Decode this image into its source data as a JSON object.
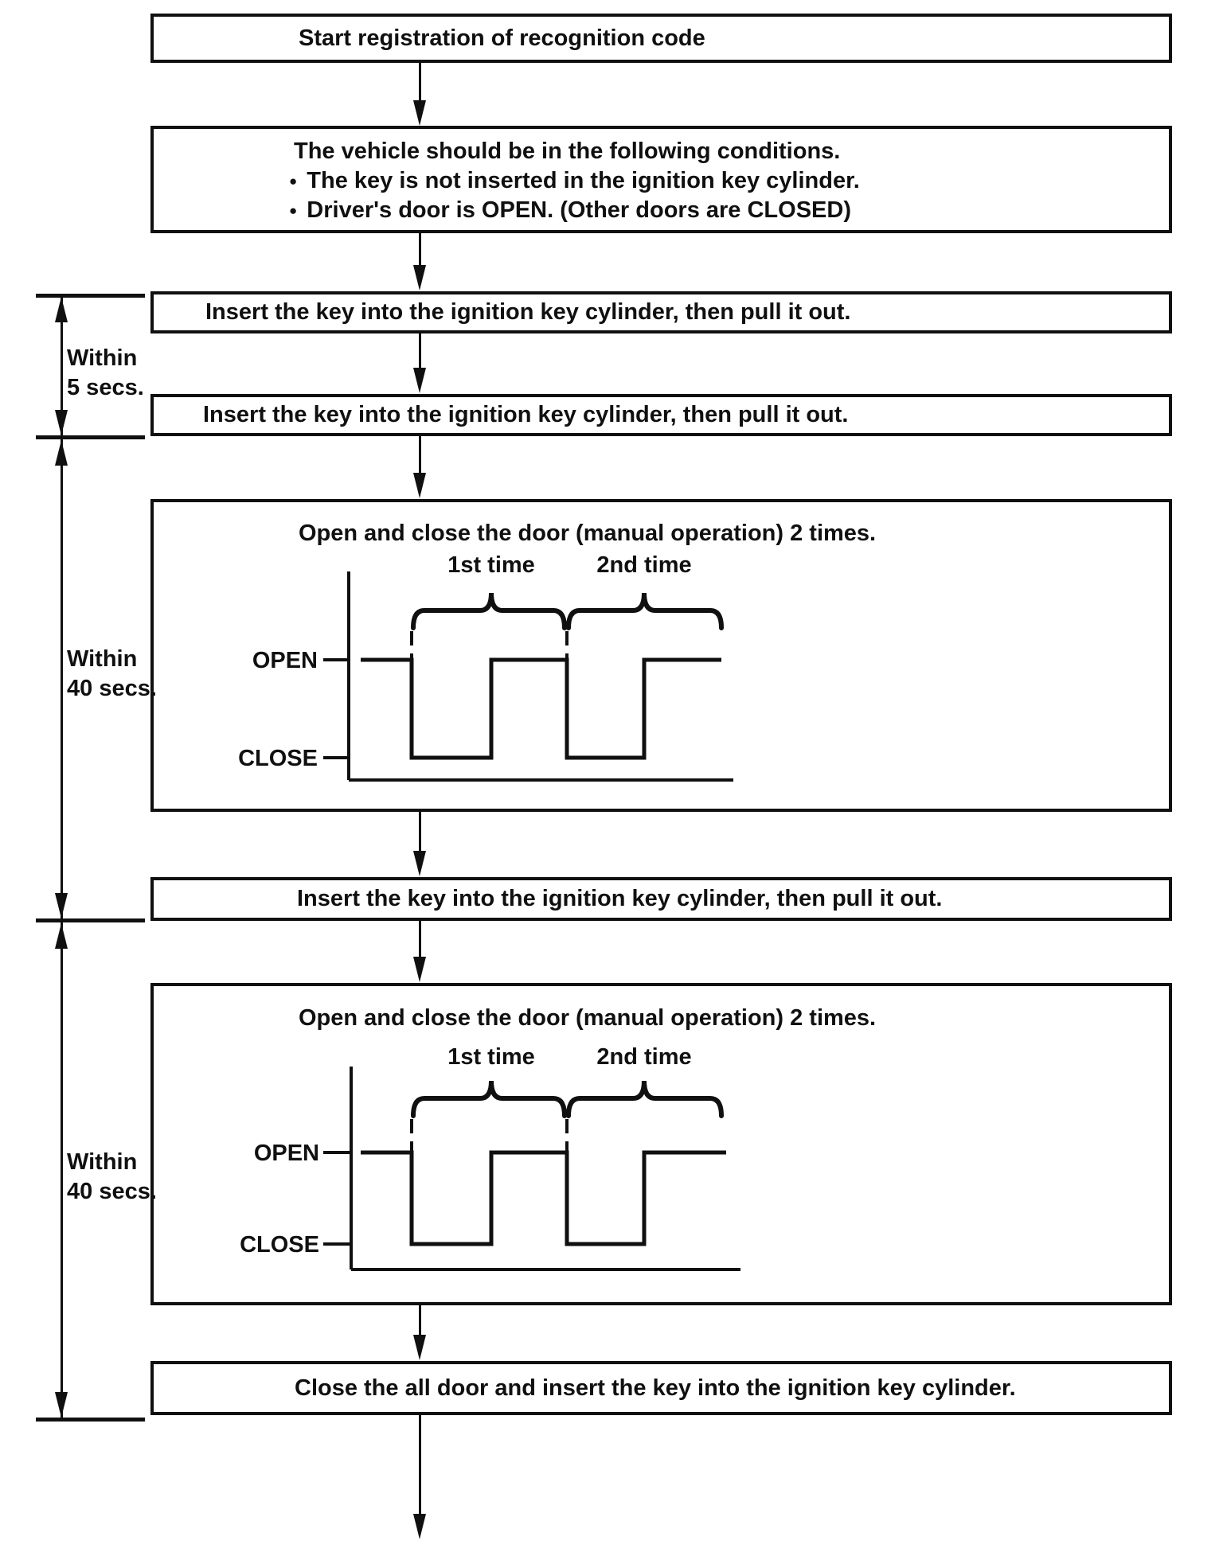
{
  "page": {
    "ink_color": "#101010",
    "paper_color": "#ffffff"
  },
  "flow": {
    "start_box": {
      "label": "Start registration of recognition code"
    },
    "conditions_box": {
      "intro": "The vehicle should be in the following conditions.",
      "bullet_glyph": "●",
      "bullets": [
        "The key is not inserted in the ignition key cylinder.",
        "Driver's door is OPEN. (Other doors are CLOSED)"
      ]
    },
    "insert_key_box_1": {
      "label": "Insert the key into the ignition key cylinder, then pull it out."
    },
    "insert_key_box_2": {
      "label": "Insert the key into the ignition key cylinder, then pull it out."
    },
    "door_cycle_box_1": {
      "title": "Open and close the door (manual operation) 2 times.",
      "first_time_label": "1st time",
      "second_time_label": "2nd time",
      "open_label": "OPEN",
      "close_label": "CLOSE"
    },
    "insert_key_box_3": {
      "label": "Insert the key into the ignition key cylinder, then pull it out."
    },
    "door_cycle_box_2": {
      "title": "Open and close the door (manual operation) 2 times.",
      "first_time_label": "1st time",
      "second_time_label": "2nd time",
      "open_label": "OPEN",
      "close_label": "CLOSE"
    },
    "close_all_box": {
      "label": "Close the all door and insert the key into the ignition key cylinder."
    }
  },
  "timing_constraints": {
    "within_5_secs": {
      "line1": "Within",
      "line2": "5 secs."
    },
    "within_40_secs_1": {
      "line1": "Within",
      "line2": "40 secs."
    },
    "within_40_secs_2": {
      "line1": "Within",
      "line2": "40 secs."
    }
  }
}
